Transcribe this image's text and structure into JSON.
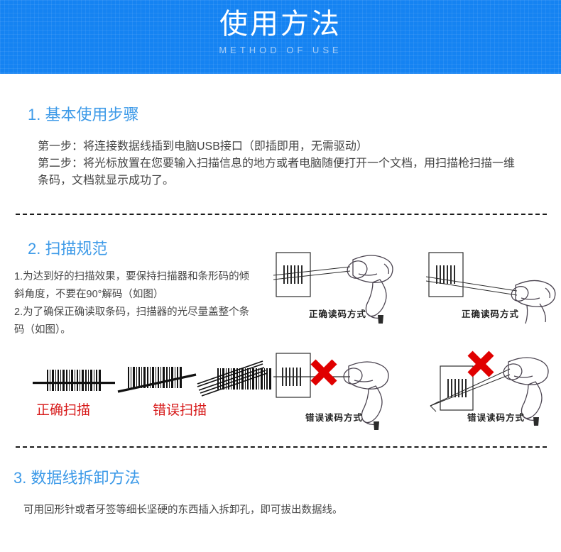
{
  "banner": {
    "title": "使用方法",
    "subtitle": "METHOD OF USE",
    "bg_color": "#1583f2",
    "title_color": "#ffffff",
    "subtitle_color": "#a8cdf5"
  },
  "theme": {
    "heading_color": "#3d9ae8",
    "body_color": "#474747",
    "accent_red": "#d71a1a",
    "divider_color": "#1b1b1b"
  },
  "sections": [
    {
      "id": "basic-steps",
      "title": "1. 基本使用步骤",
      "lines": [
        "第一步：将连接数据线插到电脑USB接口（即插即用，无需驱动）",
        "第二步：将光标放置在您要输入扫描信息的地方或者电脑随便打开一个文档，用扫描枪扫描一维条码，文档就显示成功了。"
      ]
    },
    {
      "id": "scan-standard",
      "title": "2. 扫描规范",
      "lines": [
        "1.为达到好的扫描效果，要保持扫描器和条形码的倾斜角度，不要在90°解码（如图）",
        "2.为了确保正确读取条码，扫描器的光尽量盖整个条码（如图）。"
      ]
    },
    {
      "id": "cable-removal",
      "title": "3. 数据线拆卸方法",
      "lines": [
        "可用回形针或者牙签等细长坚硬的东西插入拆卸孔，即可拔出数据线。"
      ]
    }
  ],
  "barcode_examples": {
    "correct_label": "正确扫描",
    "wrong_label": "错误扫描",
    "items": [
      {
        "name": "barcode-horizontal-scan",
        "kind": "correct"
      },
      {
        "name": "barcode-diagonal-scan",
        "kind": "wrong"
      },
      {
        "name": "barcode-multi-diagonal-scan",
        "kind": "wrong"
      }
    ]
  },
  "scanner_figures": [
    {
      "name": "scanner-correct-top-left",
      "caption": "正确读码方式",
      "mark": ""
    },
    {
      "name": "scanner-correct-top-right",
      "caption": "正确读码方式",
      "mark": ""
    },
    {
      "name": "scanner-wrong-bottom-left",
      "caption": "错误读码方式",
      "mark": "X"
    },
    {
      "name": "scanner-wrong-bottom-right",
      "caption": "错误读码方式",
      "mark": "X"
    }
  ]
}
